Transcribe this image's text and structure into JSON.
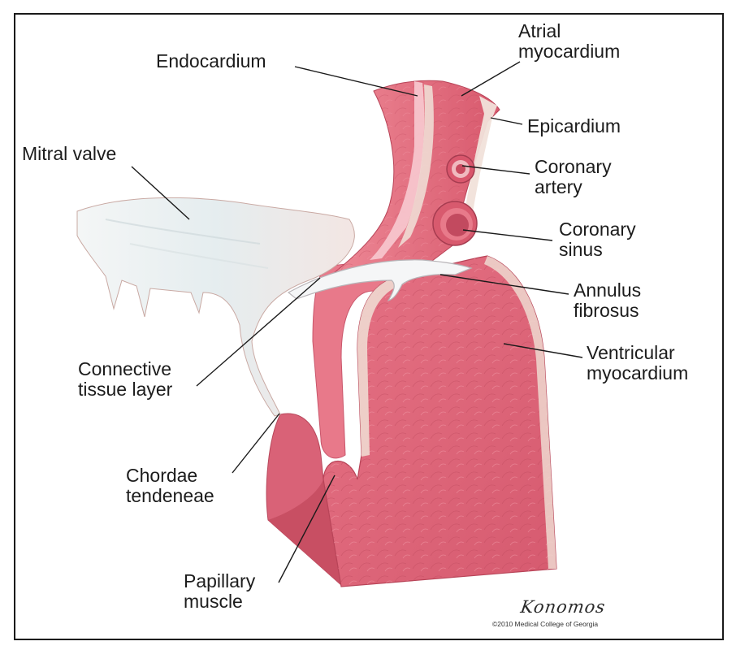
{
  "labels": {
    "endocardium": [
      "Endocardium"
    ],
    "atrial_myocardium": [
      "Atrial",
      "myocardium"
    ],
    "epicardium": [
      "Epicardium"
    ],
    "mitral_valve": [
      "Mitral valve"
    ],
    "coronary_artery": [
      "Coronary",
      "artery"
    ],
    "coronary_sinus": [
      "Coronary",
      "sinus"
    ],
    "annulus_fibrosus": [
      "Annulus",
      "fibrosus"
    ],
    "ventricular_myocardium": [
      "Ventricular",
      "myocardium"
    ],
    "connective_tissue_layer": [
      "Connective",
      "tissue layer"
    ],
    "chordae_tendeneae": [
      "Chordae",
      "tendeneae"
    ],
    "papillary_muscle": [
      "Papillary",
      "muscle"
    ]
  },
  "credit": {
    "signature": "Konomos",
    "copyright": "©2010 Medical College of Georgia"
  },
  "colors": {
    "myocardium": "#e0677a",
    "myocardium_dark": "#c94d62",
    "wall_light": "#f2a3ad",
    "connective": "#ece0d7",
    "valve": "#e9eef0",
    "leader": "#1a1a1a"
  }
}
